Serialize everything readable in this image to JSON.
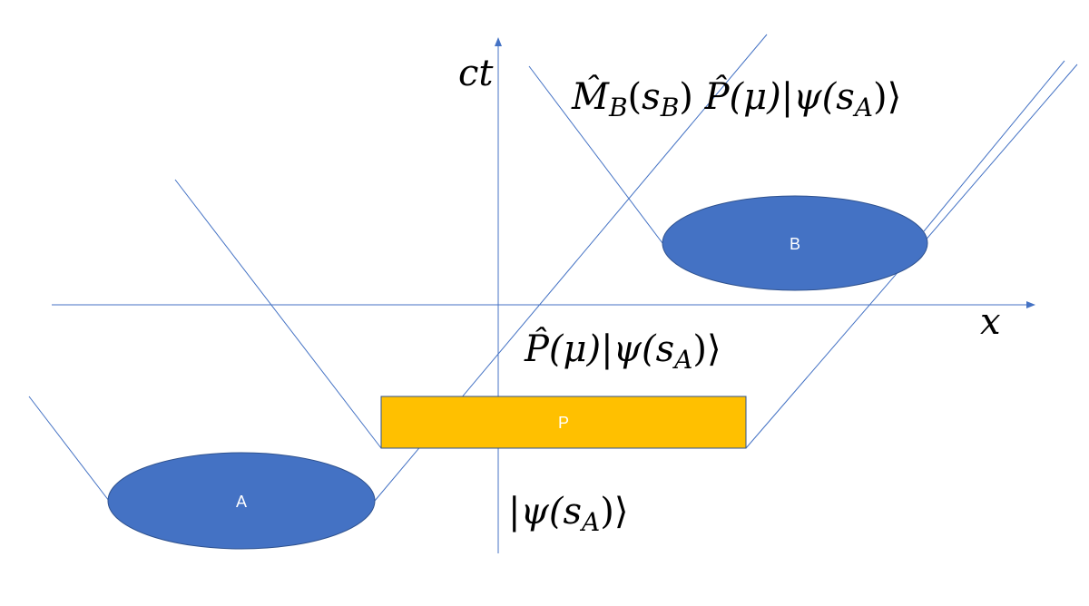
{
  "axes": {
    "vertical_label": "ct",
    "horizontal_label": "x"
  },
  "nodes": {
    "A": "A",
    "B": "B",
    "P": "P"
  },
  "colors": {
    "line": "#4472c4",
    "ellipse": "#4472c4",
    "box": "#ffc000"
  },
  "labels": {
    "top": {
      "M": "M̂",
      "sub_B": "B",
      "open1": "(",
      "s": "s",
      "sub_B2": "B",
      "close1": ")",
      "P": " P̂",
      "mu": "(μ)",
      "bar": "|",
      "psi": "ψ(",
      "s2": "s",
      "sub_A": "A",
      "end": ")⟩"
    },
    "middle": {
      "P": "P̂",
      "mu": "(μ)",
      "bar": "|",
      "psi": "ψ(",
      "s": "s",
      "sub_A": "A",
      "end": ")⟩"
    },
    "bottom": {
      "bar": "|",
      "psi": "ψ(",
      "s": "s",
      "sub_A": "A",
      "end": ")⟩"
    }
  }
}
